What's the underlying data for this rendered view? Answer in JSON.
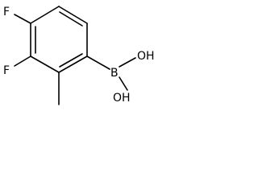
{
  "molecule": {
    "atoms": {
      "f_top": "F",
      "f_left": "F",
      "b": "B",
      "oh_top": "OH",
      "oh_bottom": "OH"
    },
    "colors": {
      "bond": "#000000",
      "label": "#000000",
      "background": "#ffffff"
    }
  }
}
